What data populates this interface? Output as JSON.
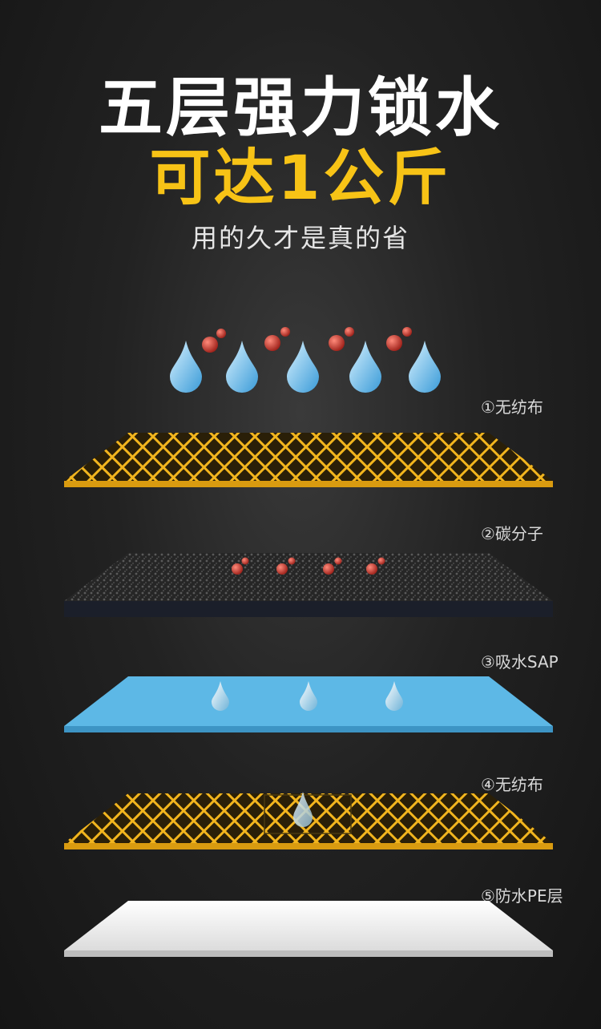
{
  "header": {
    "title": "五层强力锁水",
    "highlight": "可达1公斤",
    "subtitle": "用的久才是真的省"
  },
  "layers": [
    {
      "label": "①无纺布"
    },
    {
      "label": "②碳分子"
    },
    {
      "label": "③吸水SAP"
    },
    {
      "label": "④无纺布"
    },
    {
      "label": "⑤防水PE层"
    }
  ],
  "colors": {
    "title": "#ffffff",
    "highlight": "#f7c316",
    "grid_yellow": "#f2b51e",
    "sap_blue": "#5db8e6",
    "pe_white": "#f2f2f2",
    "carbon": "#2a2a2a",
    "molecule_red": "#c0392b",
    "water_blue": "#4aa8e0"
  }
}
